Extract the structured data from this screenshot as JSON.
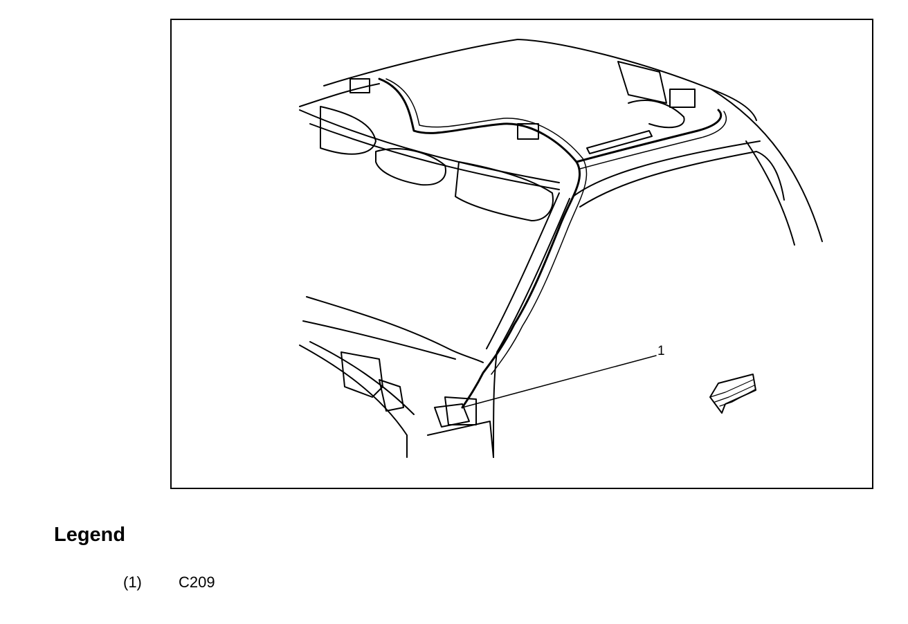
{
  "diagram": {
    "callout_number": "1",
    "line_color": "#000000",
    "background_color": "#ffffff"
  },
  "legend": {
    "title": "Legend",
    "items": [
      {
        "number": "(1)",
        "label": "C209"
      }
    ]
  }
}
